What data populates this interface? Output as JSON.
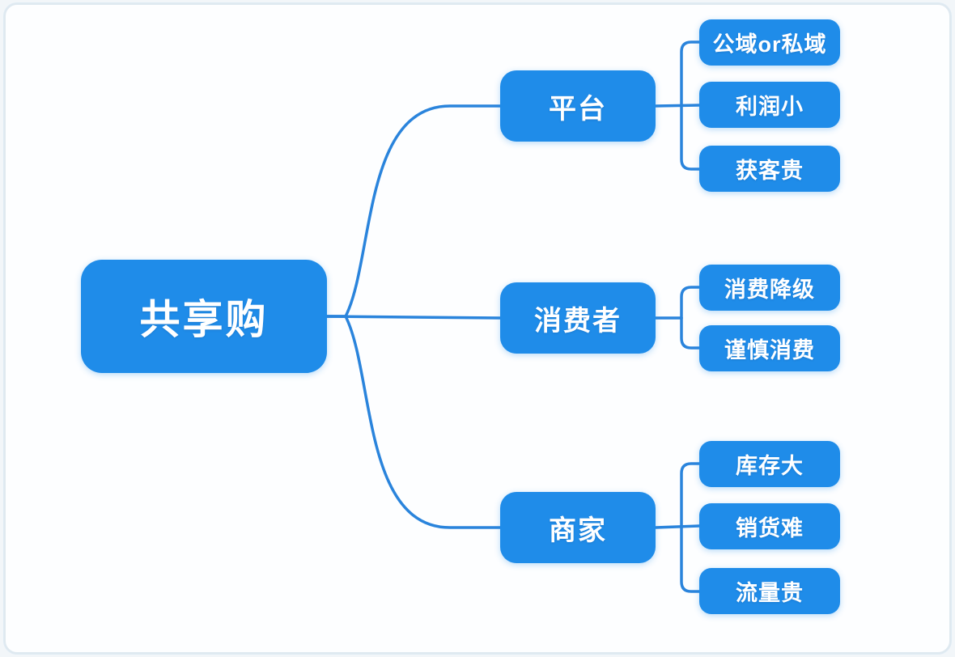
{
  "diagram": {
    "type": "mindmap",
    "root": {
      "label": "共享购"
    },
    "branches": [
      {
        "label": "平台",
        "children": [
          {
            "label": "公域or私域"
          },
          {
            "label": "利润小"
          },
          {
            "label": "获客贵"
          }
        ]
      },
      {
        "label": "消费者",
        "children": [
          {
            "label": "消费降级"
          },
          {
            "label": "谨慎消费"
          }
        ]
      },
      {
        "label": "商家",
        "children": [
          {
            "label": "库存大"
          },
          {
            "label": "销货难"
          },
          {
            "label": "流量贵"
          }
        ]
      }
    ],
    "colors": {
      "node_fill": "#1f8ce9",
      "connector": "#2a84dc",
      "node_text": "#ffffff",
      "canvas_bg": "#fdfeff",
      "canvas_border": "#dfe9f0"
    }
  }
}
